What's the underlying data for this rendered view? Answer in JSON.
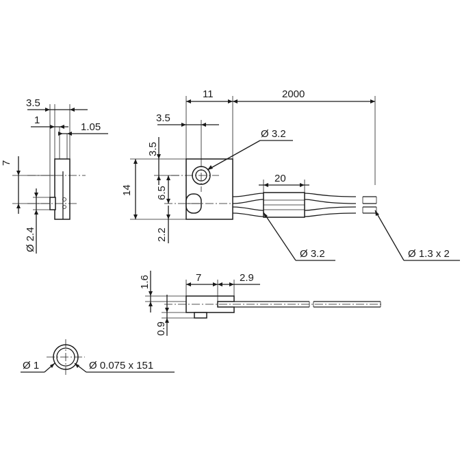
{
  "views": {
    "side": {
      "width_total": "3.5",
      "offset": "1",
      "thickness": "1.05",
      "height_to_axis": "7",
      "lens_diameter": "Ø 2.4"
    },
    "front": {
      "body_length": "11",
      "cable_length": "2000",
      "hole_offset": "3.5",
      "hole_diameter": "Ø 3.2",
      "hole_to_top": "3.5",
      "body_height": "14",
      "lens_to_hole": "6.5",
      "lens_to_bottom": "2.2",
      "sleeve_length": "20",
      "sleeve_diameter": "Ø 3.2",
      "fiber_diameter": "Ø 1.3 x 2"
    },
    "top": {
      "thickness": "1.6",
      "length": "7",
      "step": "2.9",
      "lens_protrusion": "0.9"
    },
    "cross_section": {
      "outer_diameter": "Ø 1",
      "core": "Ø 0.075 x 151"
    }
  }
}
